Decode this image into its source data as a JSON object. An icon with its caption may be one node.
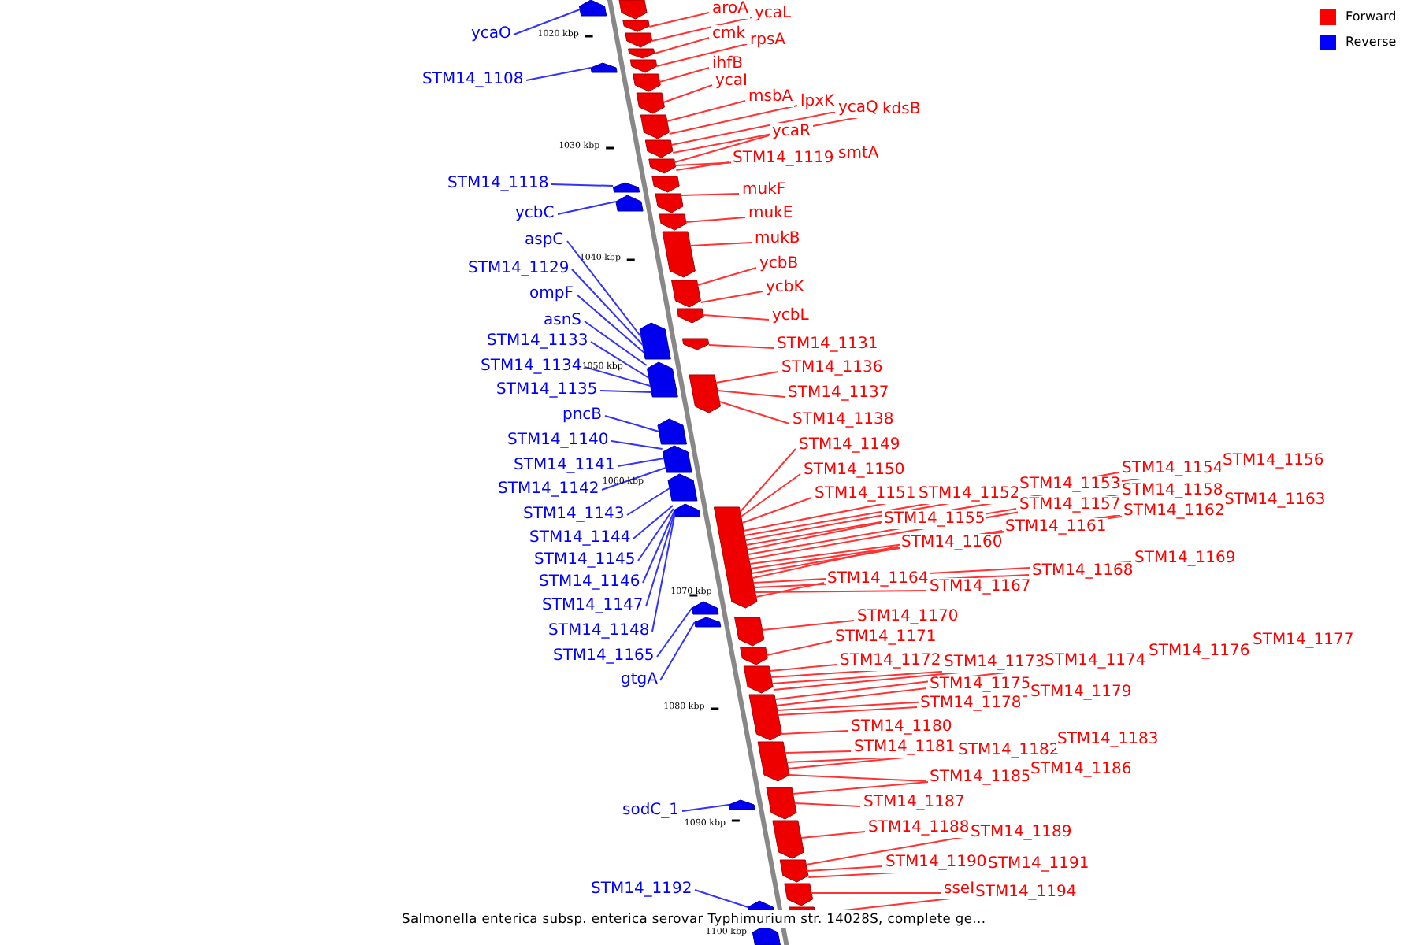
{
  "diagram": {
    "caption": "Salmonella enterica subsp. enterica serovar Typhimurium str. 14028S, complete ge...",
    "nodes": [
      {
        "text": [
          "ycaO"
        ]
      },
      {
        "text": [
          "STM14_1108"
        ]
      },
      {
        "text": [
          "STM14_1118"
        ]
      },
      {
        "text": [
          "ycbC"
        ]
      },
      {
        "text": [
          "aspC"
        ]
      },
      {
        "text": [
          "STM14_1129"
        ]
      },
      {
        "text": [
          "ompF"
        ]
      },
      {
        "text": [
          "asnS"
        ]
      },
      {
        "text": [
          "STM14_1133"
        ]
      },
      {
        "text": [
          "STM14_1134"
        ]
      },
      {
        "text": [
          "STM14_1135"
        ]
      },
      {
        "text": [
          "pncB"
        ]
      },
      {
        "text": [
          "STM14_1140"
        ]
      },
      {
        "text": [
          "STM14_1141"
        ]
      },
      {
        "text": [
          "STM14_1142"
        ]
      },
      {
        "text": [
          "STM14_1143"
        ]
      },
      {
        "text": [
          "STM14_1144"
        ]
      },
      {
        "text": [
          "STM14_1145"
        ]
      },
      {
        "text": [
          "STM14_1146"
        ]
      },
      {
        "text": [
          "STM14_1147"
        ]
      },
      {
        "text": [
          "STM14_1148"
        ]
      },
      {
        "text": [
          "STM14_1165"
        ]
      },
      {
        "text": [
          "gtgA"
        ]
      },
      {
        "text": [
          "sodC_1"
        ]
      },
      {
        "text": [
          "STM14_1192"
        ]
      },
      {
        "text": [
          "aroA"
        ]
      },
      {
        "text": [
          "ycaL"
        ]
      },
      {
        "text": [
          "cmk"
        ]
      },
      {
        "text": [
          "rpsA"
        ]
      },
      {
        "text": [
          "ihfB"
        ]
      },
      {
        "text": [
          "ycaI"
        ]
      },
      {
        "text": [
          "msbA"
        ]
      },
      {
        "text": [
          "lpxK"
        ]
      },
      {
        "text": [
          "ycaQ"
        ]
      },
      {
        "text": [
          "kdsB"
        ]
      },
      {
        "text": [
          "ycaR"
        ]
      },
      {
        "text": [
          "STM14_1119"
        ]
      },
      {
        "text": [
          "smtA"
        ]
      },
      {
        "text": [
          "mukF"
        ]
      },
      {
        "text": [
          "mukE"
        ]
      },
      {
        "text": [
          "mukB"
        ]
      },
      {
        "text": [
          "ycbB"
        ]
      },
      {
        "text": [
          "ycbK"
        ]
      },
      {
        "text": [
          "ycbL"
        ]
      },
      {
        "text": [
          "STM14_1131"
        ]
      },
      {
        "text": [
          "STM14_1136"
        ]
      },
      {
        "text": [
          "STM14_1137"
        ]
      },
      {
        "text": [
          "STM14_1138"
        ]
      },
      {
        "text": [
          "STM14_1149"
        ]
      },
      {
        "text": [
          "STM14_1150"
        ]
      },
      {
        "text": [
          "STM14_1151"
        ]
      },
      {
        "text": [
          "STM14_1152"
        ]
      },
      {
        "text": [
          "STM14_1153"
        ]
      },
      {
        "text": [
          "STM14_1154"
        ]
      },
      {
        "text": [
          "STM14_1156"
        ]
      },
      {
        "text": [
          "STM14_1155"
        ]
      },
      {
        "text": [
          "STM14_1157"
        ]
      },
      {
        "text": [
          "STM14_1158"
        ]
      },
      {
        "text": [
          "STM14_1163"
        ]
      },
      {
        "text": [
          "STM14_1162"
        ]
      },
      {
        "text": [
          "STM14_1161"
        ]
      },
      {
        "text": [
          "STM14_1160"
        ]
      },
      {
        "text": [
          "STM14_1169"
        ]
      },
      {
        "text": [
          "STM14_1168"
        ]
      },
      {
        "text": [
          "STM14_1167"
        ]
      },
      {
        "text": [
          "STM14_1164"
        ]
      },
      {
        "text": [
          "STM14_1170"
        ]
      },
      {
        "text": [
          "STM14_1171"
        ]
      },
      {
        "text": [
          "STM14_1172"
        ]
      },
      {
        "text": [
          "STM14_1173"
        ]
      },
      {
        "text": [
          "STM14_1174"
        ]
      },
      {
        "text": [
          "STM14_1176"
        ]
      },
      {
        "text": [
          "STM14_1177"
        ]
      },
      {
        "text": [
          "STM14_1175"
        ]
      },
      {
        "text": [
          "STM14_1179"
        ]
      },
      {
        "text": [
          "STM14_1178"
        ]
      },
      {
        "text": [
          "STM14_1180"
        ]
      },
      {
        "text": [
          "STM14_1181"
        ]
      },
      {
        "text": [
          "STM14_1182"
        ]
      },
      {
        "text": [
          "STM14_1183"
        ]
      },
      {
        "text": [
          "STM14_1185"
        ]
      },
      {
        "text": [
          "STM14_1186"
        ]
      },
      {
        "text": [
          "STM14_1187"
        ]
      },
      {
        "text": [
          "STM14_1188"
        ]
      },
      {
        "text": [
          "STM14_1189"
        ]
      },
      {
        "text": [
          "STM14_1190"
        ]
      },
      {
        "text": [
          "STM14_1191"
        ]
      },
      {
        "text": [
          "sseI"
        ]
      },
      {
        "text": [
          "STM14_1194"
        ]
      },
      {
        "text": [],
        "shape": "box"
      },
      {
        "text": [],
        "shape": "box"
      },
      {
        "text": [],
        "shape": "box"
      },
      {
        "text": [],
        "shape": "box"
      },
      {
        "text": [],
        "shape": "box"
      },
      {
        "text": [],
        "shape": "box"
      },
      {
        "text": [],
        "shape": "box"
      },
      {
        "text": [],
        "shape": "box"
      },
      {
        "text": [],
        "shape": "box"
      },
      {
        "text": [],
        "shape": "box"
      },
      {
        "text": [],
        "shape": "box"
      },
      {
        "text": [],
        "shape": "box"
      },
      {
        "text": [],
        "shape": "box"
      },
      {
        "text": [],
        "shape": "box"
      },
      {
        "text": [],
        "shape": "box"
      },
      {
        "text": [],
        "shape": "box"
      },
      {
        "text": [],
        "shape": "box"
      },
      {
        "text": [],
        "shape": "box"
      },
      {
        "text": [],
        "shape": "box"
      },
      {
        "text": [],
        "shape": "box"
      },
      {
        "text": [],
        "shape": "box"
      },
      {
        "text": [],
        "shape": "box"
      },
      {
        "text": [],
        "shape": "box"
      },
      {
        "text": [],
        "shape": "box"
      },
      {
        "text": [],
        "shape": "box"
      },
      {
        "text": [],
        "shape": "box"
      },
      {
        "text": [],
        "shape": "box"
      },
      {
        "text": [],
        "shape": "box"
      },
      {
        "text": [],
        "shape": "box"
      },
      {
        "text": [],
        "shape": "box"
      },
      {
        "text": [],
        "shape": "box"
      },
      {
        "text": [],
        "shape": "box"
      },
      {
        "text": [],
        "shape": "box"
      },
      {
        "text": [],
        "shape": "box"
      },
      {
        "text": [],
        "shape": "box"
      },
      {
        "text": [],
        "shape": "box"
      },
      {
        "text": [],
        "shape": "box"
      },
      {
        "text": [],
        "shape": "box"
      },
      {
        "text": [],
        "shape": "box"
      },
      {
        "text": [],
        "shape": "box"
      },
      {
        "text": [],
        "shape": "box"
      },
      {
        "text": [],
        "shape": "box"
      },
      {
        "text": [],
        "shape": "box"
      },
      {
        "text": [],
        "shape": "box"
      }
    ],
    "edges": [
      {
        "from": 0,
        "to": 89,
        "arrow": "none",
        "color": "#3333ff"
      },
      {
        "from": 1,
        "to": 90,
        "arrow": "none",
        "color": "#3333ff"
      },
      {
        "from": 2,
        "to": 91,
        "arrow": "none",
        "color": "#3333ff"
      },
      {
        "from": 3,
        "to": 92,
        "arrow": "none",
        "color": "#3333ff"
      },
      {
        "from": 4,
        "to": 93,
        "arrow": "none",
        "color": "#3333ff"
      },
      {
        "from": 5,
        "to": 93,
        "arrow": "none",
        "color": "#3333ff"
      },
      {
        "from": 6,
        "to": 93,
        "arrow": "none",
        "color": "#3333ff"
      },
      {
        "from": 7,
        "to": 94,
        "arrow": "none",
        "color": "#3333ff"
      },
      {
        "from": 8,
        "to": 94,
        "arrow": "none",
        "color": "#3333ff"
      },
      {
        "from": 9,
        "to": 94,
        "arrow": "none",
        "color": "#3333ff"
      },
      {
        "from": 10,
        "to": 94,
        "arrow": "none",
        "color": "#3333ff"
      },
      {
        "from": 11,
        "to": 95,
        "arrow": "none",
        "color": "#3333ff"
      },
      {
        "from": 12,
        "to": 96,
        "arrow": "none",
        "color": "#3333ff"
      },
      {
        "from": 13,
        "to": 96,
        "arrow": "none",
        "color": "#3333ff"
      },
      {
        "from": 14,
        "to": 96,
        "arrow": "none",
        "color": "#3333ff"
      },
      {
        "from": 15,
        "to": 97,
        "arrow": "none",
        "color": "#3333ff"
      },
      {
        "from": 16,
        "to": 98,
        "arrow": "none",
        "color": "#3333ff"
      },
      {
        "from": 17,
        "to": 98,
        "arrow": "none",
        "color": "#3333ff"
      },
      {
        "from": 18,
        "to": 98,
        "arrow": "none",
        "color": "#3333ff"
      },
      {
        "from": 19,
        "to": 98,
        "arrow": "none",
        "color": "#3333ff"
      },
      {
        "from": 20,
        "to": 98,
        "arrow": "none",
        "color": "#3333ff"
      },
      {
        "from": 21,
        "to": 99,
        "arrow": "none",
        "color": "#3333ff"
      },
      {
        "from": 22,
        "to": 100,
        "arrow": "none",
        "color": "#3333ff"
      },
      {
        "from": 23,
        "to": 101,
        "arrow": "none",
        "color": "#3333ff"
      },
      {
        "from": 24,
        "to": 102,
        "arrow": "none",
        "color": "#3333ff"
      },
      {
        "from": 25,
        "to": 105,
        "arrow": "none"
      },
      {
        "from": 26,
        "to": 106,
        "arrow": "none"
      },
      {
        "from": 27,
        "to": 107,
        "arrow": "none"
      },
      {
        "from": 28,
        "to": 108,
        "arrow": "none"
      },
      {
        "from": 29,
        "to": 109,
        "arrow": "none"
      },
      {
        "from": 30,
        "to": 110,
        "arrow": "none"
      },
      {
        "from": 31,
        "to": 111,
        "arrow": "none"
      },
      {
        "from": 32,
        "to": 111,
        "arrow": "none"
      },
      {
        "from": 33,
        "to": 112,
        "arrow": "none"
      },
      {
        "from": 34,
        "to": 112,
        "arrow": "none"
      },
      {
        "from": 35,
        "to": 113,
        "arrow": "none"
      },
      {
        "from": 36,
        "to": 113,
        "arrow": "none"
      },
      {
        "from": 37,
        "to": 113,
        "arrow": "none"
      },
      {
        "from": 38,
        "to": 115,
        "arrow": "none"
      },
      {
        "from": 39,
        "to": 116,
        "arrow": "none"
      },
      {
        "from": 40,
        "to": 117,
        "arrow": "none"
      },
      {
        "from": 41,
        "to": 118,
        "arrow": "none"
      },
      {
        "from": 42,
        "to": 118,
        "arrow": "none"
      },
      {
        "from": 43,
        "to": 119,
        "arrow": "none"
      },
      {
        "from": 44,
        "to": 120,
        "arrow": "none"
      },
      {
        "from": 45,
        "to": 121,
        "arrow": "none"
      },
      {
        "from": 46,
        "to": 121,
        "arrow": "none"
      },
      {
        "from": 47,
        "to": 121,
        "arrow": "none"
      },
      {
        "from": 48,
        "to": 122,
        "arrow": "none"
      },
      {
        "from": 49,
        "to": 122,
        "arrow": "none"
      },
      {
        "from": 50,
        "to": 122,
        "arrow": "none"
      },
      {
        "from": 51,
        "to": 122,
        "arrow": "none"
      },
      {
        "from": 52,
        "to": 122,
        "arrow": "none"
      },
      {
        "from": 53,
        "to": 122,
        "arrow": "none"
      },
      {
        "from": 54,
        "to": 122,
        "arrow": "none"
      },
      {
        "from": 55,
        "to": 122,
        "arrow": "none"
      },
      {
        "from": 56,
        "to": 122,
        "arrow": "none"
      },
      {
        "from": 57,
        "to": 122,
        "arrow": "none"
      },
      {
        "from": 58,
        "to": 122,
        "arrow": "none"
      },
      {
        "from": 59,
        "to": 122,
        "arrow": "none"
      },
      {
        "from": 60,
        "to": 122,
        "arrow": "none"
      },
      {
        "from": 61,
        "to": 122,
        "arrow": "none"
      },
      {
        "from": 62,
        "to": 122,
        "arrow": "none"
      },
      {
        "from": 63,
        "to": 122,
        "arrow": "none"
      },
      {
        "from": 64,
        "to": 122,
        "arrow": "none"
      },
      {
        "from": 65,
        "to": 122,
        "arrow": "none"
      },
      {
        "from": 66,
        "to": 123,
        "arrow": "none"
      },
      {
        "from": 67,
        "to": 124,
        "arrow": "none"
      },
      {
        "from": 68,
        "to": 125,
        "arrow": "none"
      },
      {
        "from": 69,
        "to": 125,
        "arrow": "none"
      },
      {
        "from": 70,
        "to": 125,
        "arrow": "none"
      },
      {
        "from": 71,
        "to": 125,
        "arrow": "none"
      },
      {
        "from": 72,
        "to": 126,
        "arrow": "none"
      },
      {
        "from": 73,
        "to": 126,
        "arrow": "none"
      },
      {
        "from": 74,
        "to": 126,
        "arrow": "none"
      },
      {
        "from": 75,
        "to": 126,
        "arrow": "none"
      },
      {
        "from": 76,
        "to": 126,
        "arrow": "none"
      },
      {
        "from": 77,
        "to": 127,
        "arrow": "none"
      },
      {
        "from": 78,
        "to": 127,
        "arrow": "none"
      },
      {
        "from": 79,
        "to": 127,
        "arrow": "none"
      },
      {
        "from": 80,
        "to": 127,
        "arrow": "none"
      },
      {
        "from": 81,
        "to": 128,
        "arrow": "none"
      },
      {
        "from": 82,
        "to": 128,
        "arrow": "none"
      },
      {
        "from": 83,
        "to": 129,
        "arrow": "none"
      },
      {
        "from": 84,
        "to": 130,
        "arrow": "none"
      },
      {
        "from": 85,
        "to": 130,
        "arrow": "none"
      },
      {
        "from": 86,
        "to": 130,
        "arrow": "none"
      },
      {
        "from": 87,
        "to": 131,
        "arrow": "none"
      },
      {
        "from": 88,
        "to": 132,
        "arrow": "none"
      }
    ],
    "labels": [
      "1020 kbp",
      "1030 kbp",
      "1040 kbp",
      "1050 kbp",
      "1060 kbp",
      "1070 kbp",
      "1080 kbp",
      "1090 kbp",
      "1100 kbp"
    ],
    "legend": [
      {
        "text": "Forward",
        "color": "#ff0000"
      },
      {
        "text": "Reverse",
        "color": "#0000ff"
      }
    ]
  }
}
